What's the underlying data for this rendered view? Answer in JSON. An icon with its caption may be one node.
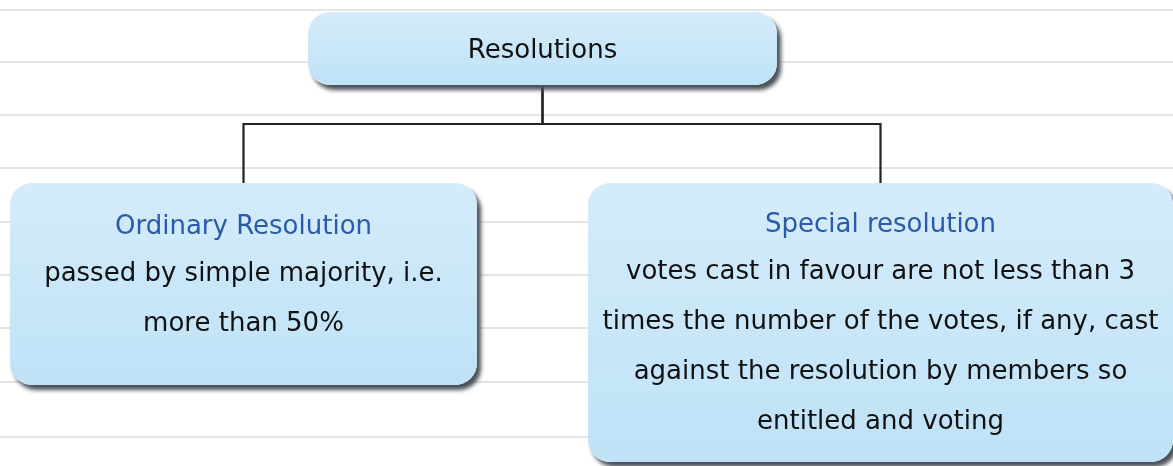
{
  "diagram": {
    "nodes": [
      {
        "text": [
          "Resolutions"
        ]
      },
      {
        "text": [
          "Ordinary Resolution",
          "passed by simple majority, i.e. more than 50%"
        ]
      },
      {
        "text": [
          "Special resolution",
          "votes cast in favour are not less than 3 times the number of the votes, if any, cast against the resolution by members so entitled and voting"
        ]
      }
    ],
    "edges": [
      {
        "from": 0,
        "to": 1,
        "arrow": "none"
      },
      {
        "from": 0,
        "to": 2,
        "arrow": "none"
      }
    ]
  }
}
